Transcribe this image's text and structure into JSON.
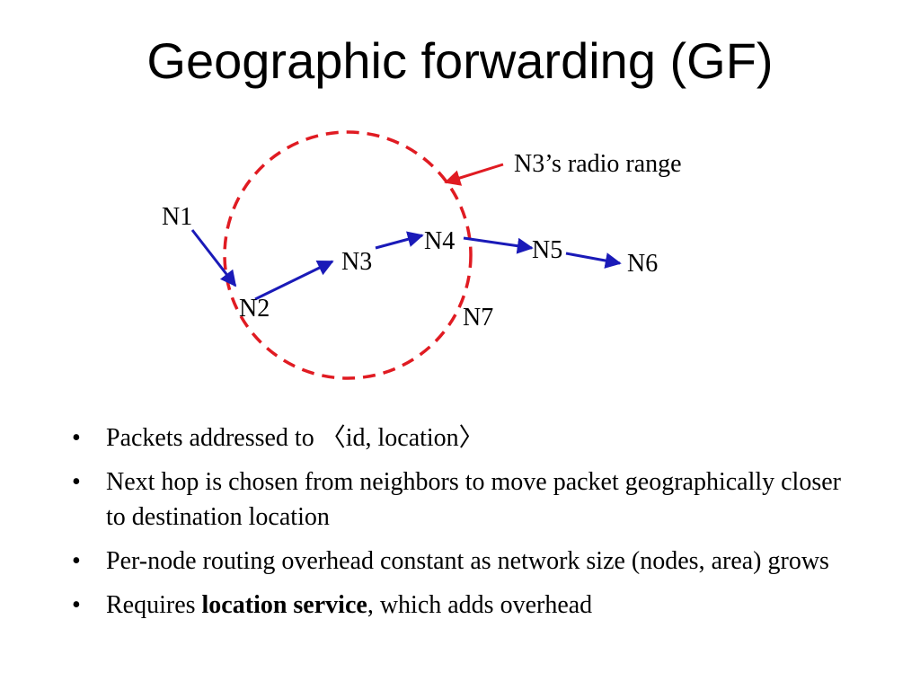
{
  "title": "Geographic forwarding (GF)",
  "diagram": {
    "range_label": "N3’s radio range",
    "nodes": {
      "n1": "N1",
      "n2": "N2",
      "n3": "N3",
      "n4": "N4",
      "n5": "N5",
      "n6": "N6",
      "n7": "N7"
    },
    "colors": {
      "range_circle": "#e01b22",
      "hop_arrow": "#1a1ab8",
      "pointer_arrow": "#e01b22"
    }
  },
  "bullets": {
    "b1": "Packets addressed to 〈id, location〉",
    "b2": "Next hop is chosen from neighbors to move packet geographically closer to destination location",
    "b3": "Per-node routing overhead constant as network size (nodes, area) grows",
    "b4_prefix": "Requires ",
    "b4_bold": "location service",
    "b4_suffix": ", which adds overhead"
  }
}
